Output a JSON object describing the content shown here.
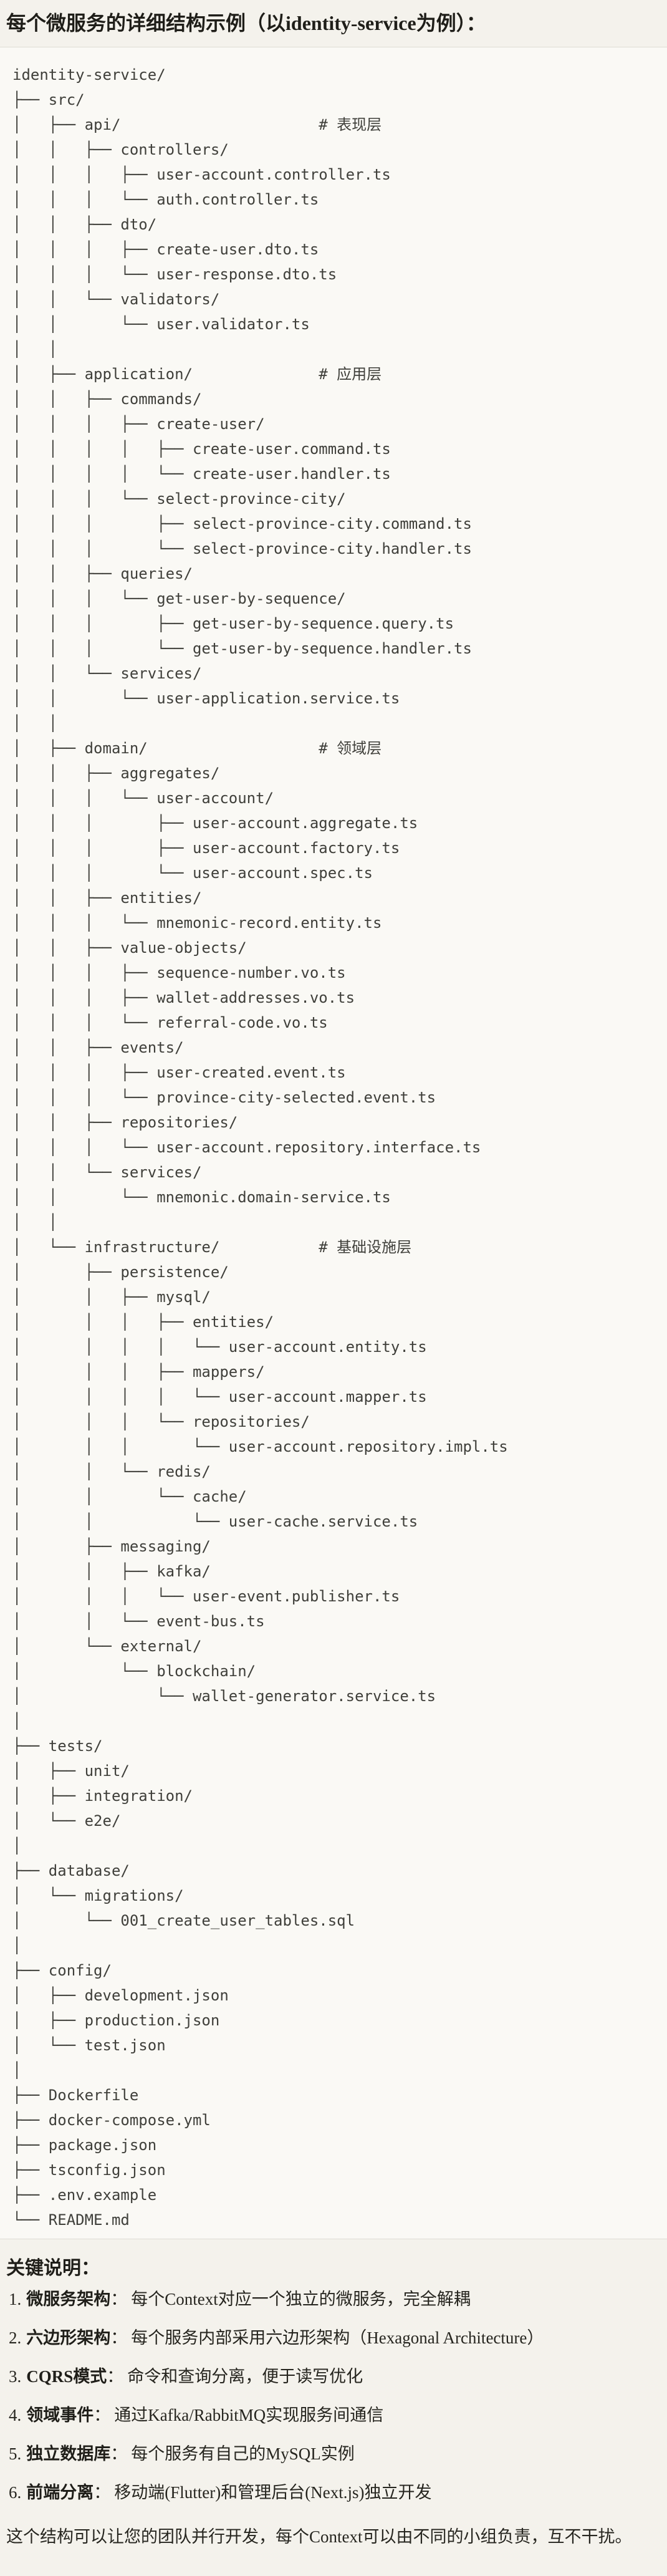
{
  "title": "每个微服务的详细结构示例（以identity-service为例）：",
  "tree": {
    "lines": [
      "identity-service/",
      "├── src/",
      "│   ├── api/                      # 表现层",
      "│   │   ├── controllers/",
      "│   │   │   ├── user-account.controller.ts",
      "│   │   │   └── auth.controller.ts",
      "│   │   ├── dto/",
      "│   │   │   ├── create-user.dto.ts",
      "│   │   │   └── user-response.dto.ts",
      "│   │   └── validators/",
      "│   │       └── user.validator.ts",
      "│   │",
      "│   ├── application/              # 应用层",
      "│   │   ├── commands/",
      "│   │   │   ├── create-user/",
      "│   │   │   │   ├── create-user.command.ts",
      "│   │   │   │   └── create-user.handler.ts",
      "│   │   │   └── select-province-city/",
      "│   │   │       ├── select-province-city.command.ts",
      "│   │   │       └── select-province-city.handler.ts",
      "│   │   ├── queries/",
      "│   │   │   └── get-user-by-sequence/",
      "│   │   │       ├── get-user-by-sequence.query.ts",
      "│   │   │       └── get-user-by-sequence.handler.ts",
      "│   │   └── services/",
      "│   │       └── user-application.service.ts",
      "│   │",
      "│   ├── domain/                   # 领域层",
      "│   │   ├── aggregates/",
      "│   │   │   └── user-account/",
      "│   │   │       ├── user-account.aggregate.ts",
      "│   │   │       ├── user-account.factory.ts",
      "│   │   │       └── user-account.spec.ts",
      "│   │   ├── entities/",
      "│   │   │   └── mnemonic-record.entity.ts",
      "│   │   ├── value-objects/",
      "│   │   │   ├── sequence-number.vo.ts",
      "│   │   │   ├── wallet-addresses.vo.ts",
      "│   │   │   └── referral-code.vo.ts",
      "│   │   ├── events/",
      "│   │   │   ├── user-created.event.ts",
      "│   │   │   └── province-city-selected.event.ts",
      "│   │   ├── repositories/",
      "│   │   │   └── user-account.repository.interface.ts",
      "│   │   └── services/",
      "│   │       └── mnemonic.domain-service.ts",
      "│   │",
      "│   └── infrastructure/           # 基础设施层",
      "│       ├── persistence/",
      "│       │   ├── mysql/",
      "│       │   │   ├── entities/",
      "│       │   │   │   └── user-account.entity.ts",
      "│       │   │   ├── mappers/",
      "│       │   │   │   └── user-account.mapper.ts",
      "│       │   │   └── repositories/",
      "│       │   │       └── user-account.repository.impl.ts",
      "│       │   └── redis/",
      "│       │       └── cache/",
      "│       │           └── user-cache.service.ts",
      "│       ├── messaging/",
      "│       │   ├── kafka/",
      "│       │   │   └── user-event.publisher.ts",
      "│       │   └── event-bus.ts",
      "│       └── external/",
      "│           └── blockchain/",
      "│               └── wallet-generator.service.ts",
      "│",
      "├── tests/",
      "│   ├── unit/",
      "│   ├── integration/",
      "│   └── e2e/",
      "│",
      "├── database/",
      "│   └── migrations/",
      "│       └── 001_create_user_tables.sql",
      "│",
      "├── config/",
      "│   ├── development.json",
      "│   ├── production.json",
      "│   └── test.json",
      "│",
      "├── Dockerfile",
      "├── docker-compose.yml",
      "├── package.json",
      "├── tsconfig.json",
      "├── .env.example",
      "└── README.md"
    ]
  },
  "notes": {
    "heading": "关键说明：",
    "items": [
      {
        "number": "1.",
        "label": "微服务架构",
        "colon": "：",
        "text": "每个Context对应一个独立的微服务，完全解耦"
      },
      {
        "number": "2.",
        "label": "六边形架构",
        "colon": "：",
        "text": "每个服务内部采用六边形架构（Hexagonal Architecture）"
      },
      {
        "number": "3.",
        "label": "CQRS模式",
        "colon": "：",
        "text": "命令和查询分离，便于读写优化"
      },
      {
        "number": "4.",
        "label": "领域事件",
        "colon": "：",
        "text": "通过Kafka/RabbitMQ实现服务间通信"
      },
      {
        "number": "5.",
        "label": "独立数据库",
        "colon": "：",
        "text": "每个服务有自己的MySQL实例"
      },
      {
        "number": "6.",
        "label": "前端分离",
        "colon": "：",
        "text": "移动端(Flutter)和管理后台(Next.js)独立开发"
      }
    ],
    "closing": "这个结构可以让您的团队并行开发，每个Context可以由不同的小组负责，互不干扰。"
  }
}
